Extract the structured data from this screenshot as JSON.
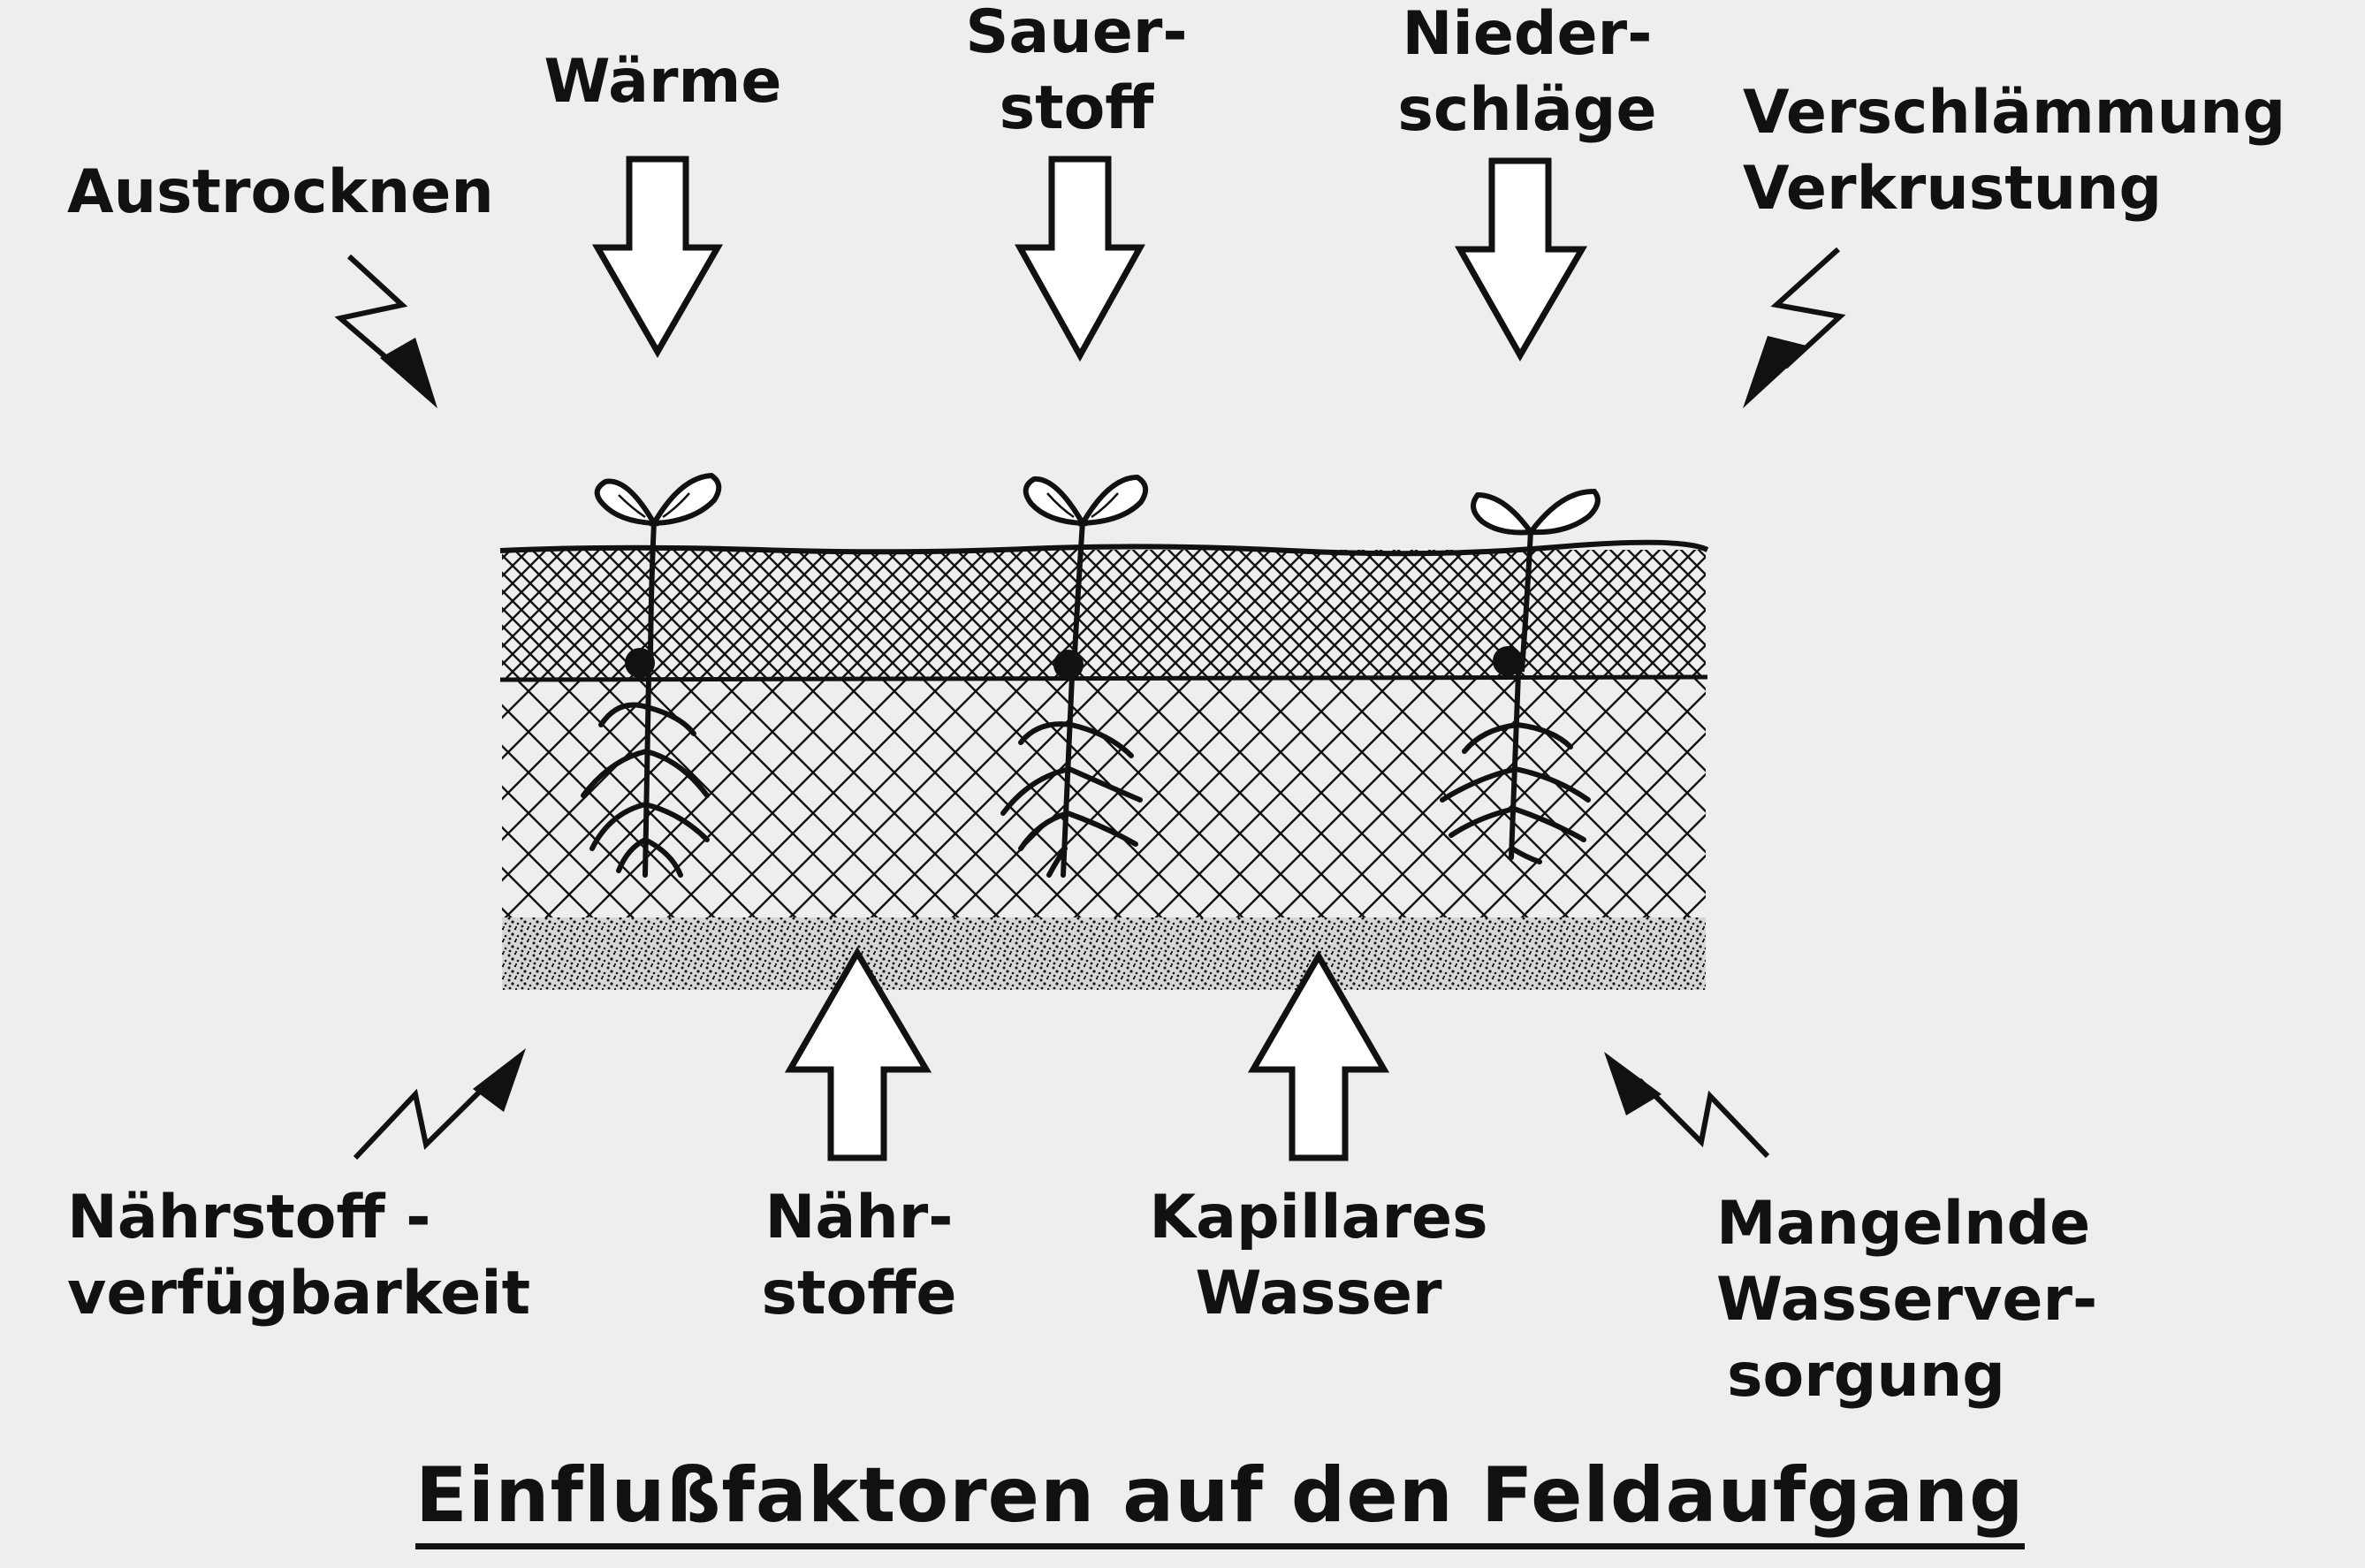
{
  "title": "Einflußfaktoren auf den Feldaufgang",
  "top_factors": {
    "austrocknen": "Austrocknen",
    "waerme": "Wärme",
    "sauerstoff": [
      "Sauer-",
      "stoff"
    ],
    "niederschlaege": [
      "Nieder-",
      "schläge"
    ],
    "verschlaemmung": [
      "Verschlämmung",
      "Verkrustung"
    ]
  },
  "bottom_factors": {
    "naehrstoffverfuegbarkeit": [
      "Nährstoff -",
      "verfügbarkeit"
    ],
    "naehrstoffe": [
      "Nähr-",
      "stoffe"
    ],
    "kapillares_wasser": [
      "Kapillares",
      "Wasser"
    ],
    "mangelnde_wasserversorgung": [
      "Mangelnde",
      "Wasserver-",
      "sorgung"
    ]
  },
  "colors": {
    "ink": "#111111",
    "background": "#eeeeec",
    "arrow_fill": "#ffffff"
  },
  "icons": {
    "positive_factor": "hollow-block-arrow-icon",
    "negative_factor": "lightning-arrow-icon",
    "seedling": "seedling-icon"
  }
}
